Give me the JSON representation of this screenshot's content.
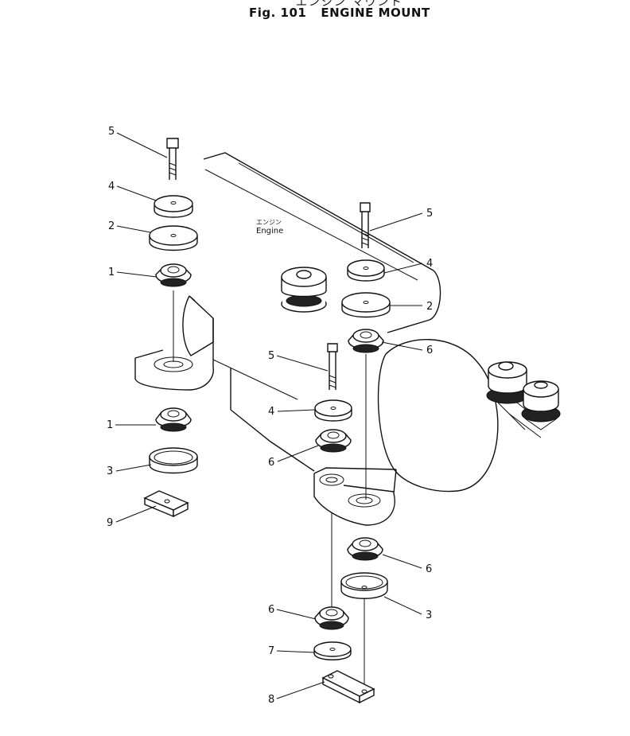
{
  "title": {
    "japanese": "エンジン マウント",
    "fig_label": "Fig. 101",
    "name": "ENGINE MOUNT"
  },
  "engine_label": {
    "japanese": "エンジン",
    "english": "Engine"
  },
  "callouts": [
    {
      "id": "c1",
      "text": "5"
    },
    {
      "id": "c2",
      "text": "4"
    },
    {
      "id": "c3",
      "text": "2"
    },
    {
      "id": "c4",
      "text": "1"
    },
    {
      "id": "c5",
      "text": "1"
    },
    {
      "id": "c6",
      "text": "3"
    },
    {
      "id": "c7",
      "text": "9"
    },
    {
      "id": "c8",
      "text": "5"
    },
    {
      "id": "c9",
      "text": "4"
    },
    {
      "id": "c10",
      "text": "2"
    },
    {
      "id": "c11",
      "text": "6"
    },
    {
      "id": "c12",
      "text": "5"
    },
    {
      "id": "c13",
      "text": "4"
    },
    {
      "id": "c14",
      "text": "6"
    },
    {
      "id": "c15",
      "text": "6"
    },
    {
      "id": "c16",
      "text": "3"
    },
    {
      "id": "c17",
      "text": "6"
    },
    {
      "id": "c18",
      "text": "7"
    },
    {
      "id": "c19",
      "text": "8"
    }
  ]
}
